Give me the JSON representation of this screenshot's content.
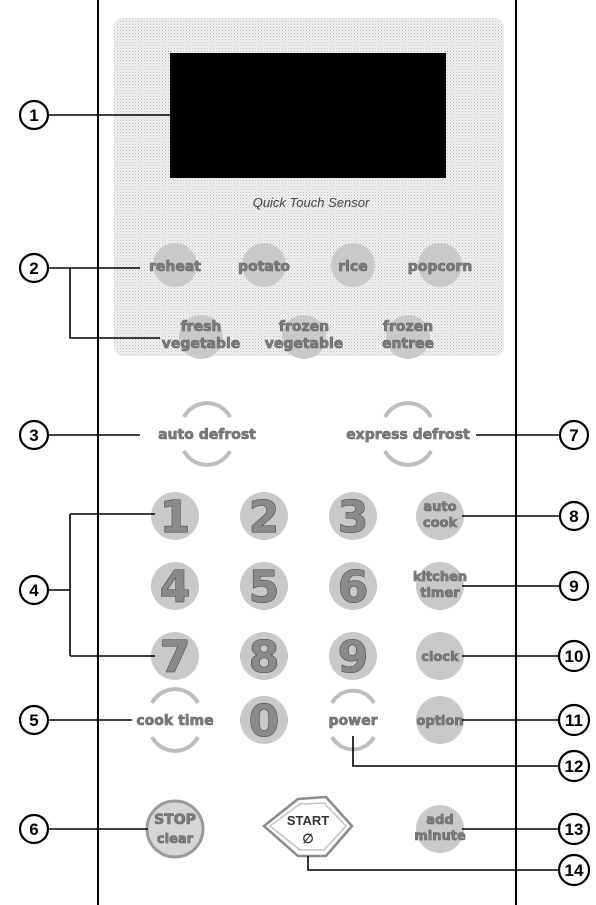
{
  "display": {
    "sensor_label": "Quick Touch Sensor"
  },
  "sensor_keys": {
    "reheat": "reheat",
    "potato": "potato",
    "rice": "rice",
    "popcorn": "popcorn",
    "fresh_vegetable": [
      "fresh",
      "vegetable"
    ],
    "frozen_vegetable": [
      "frozen",
      "vegetable"
    ],
    "frozen_entree": [
      "frozen",
      "entree"
    ]
  },
  "defrost_keys": {
    "auto_defrost": "auto defrost",
    "express_defrost": "express defrost"
  },
  "number_keys": [
    "1",
    "2",
    "3",
    "4",
    "5",
    "6",
    "7",
    "8",
    "9",
    "0"
  ],
  "function_keys": {
    "auto_cook": [
      "auto",
      "cook"
    ],
    "kitchen_timer": [
      "kitchen",
      "timer"
    ],
    "clock": "clock",
    "option": "option",
    "cook_time": "cook time",
    "power": "power",
    "stop_clear": [
      "STOP",
      "clear"
    ],
    "start": [
      "START",
      "∅"
    ],
    "add_minute": [
      "add",
      "minute"
    ]
  },
  "callouts": [
    "1",
    "2",
    "3",
    "4",
    "5",
    "6",
    "7",
    "8",
    "9",
    "10",
    "11",
    "12",
    "13",
    "14"
  ],
  "colors": {
    "panel": "#ebebeb",
    "key": "#c9c9c9",
    "display": "#000000"
  }
}
